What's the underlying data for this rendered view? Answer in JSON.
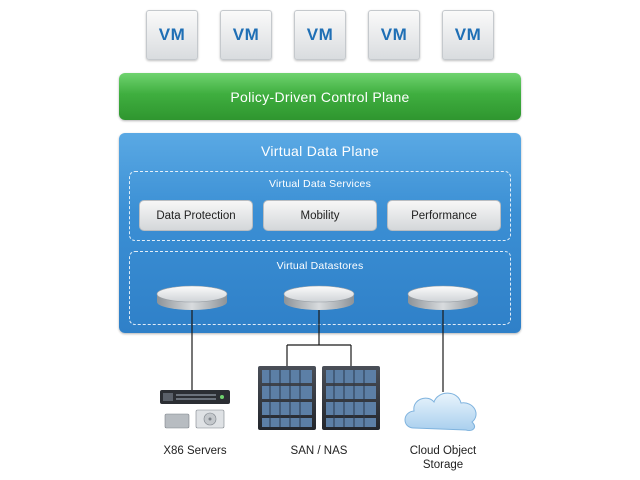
{
  "vms": [
    "VM",
    "VM",
    "VM",
    "VM",
    "VM"
  ],
  "control_plane": "Policy-Driven Control Plane",
  "data_plane": {
    "title": "Virtual Data Plane",
    "services_title": "Virtual Data Services",
    "services": [
      "Data Protection",
      "Mobility",
      "Performance"
    ],
    "datastores_title": "Virtual Datastores"
  },
  "storage": {
    "x86": "X86 Servers",
    "san": "SAN / NAS",
    "cloud_line1": "Cloud Object",
    "cloud_line2": "Storage"
  },
  "colors": {
    "vm_text": "#1f6fb5",
    "control_plane": "#3fae3f",
    "data_plane": "#3b8fd4"
  },
  "icons": [
    "server-icon",
    "hard-drive-icon",
    "storage-rack-icon",
    "cloud-icon",
    "datastore-disk-icon"
  ]
}
